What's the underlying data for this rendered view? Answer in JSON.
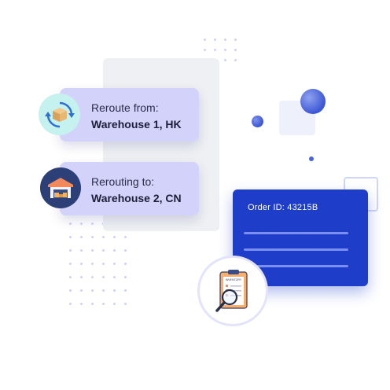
{
  "reroute_from": {
    "label": "Reroute from:",
    "value": "Warehouse 1, HK",
    "icon": "box-refresh-icon"
  },
  "rerouting_to": {
    "label": "Rerouting to:",
    "value": "Warehouse 2, CN",
    "icon": "warehouse-icon"
  },
  "order": {
    "id_text": "Order ID: 43215B"
  },
  "inventory_icon": {
    "label": "INVENTORY",
    "icon": "clipboard-search-icon"
  },
  "colors": {
    "card_bg": "#d2d2fb",
    "order_card": "#1e3ec9",
    "teal_circle": "#c5f2ef",
    "navy_circle": "#2d3f77"
  }
}
